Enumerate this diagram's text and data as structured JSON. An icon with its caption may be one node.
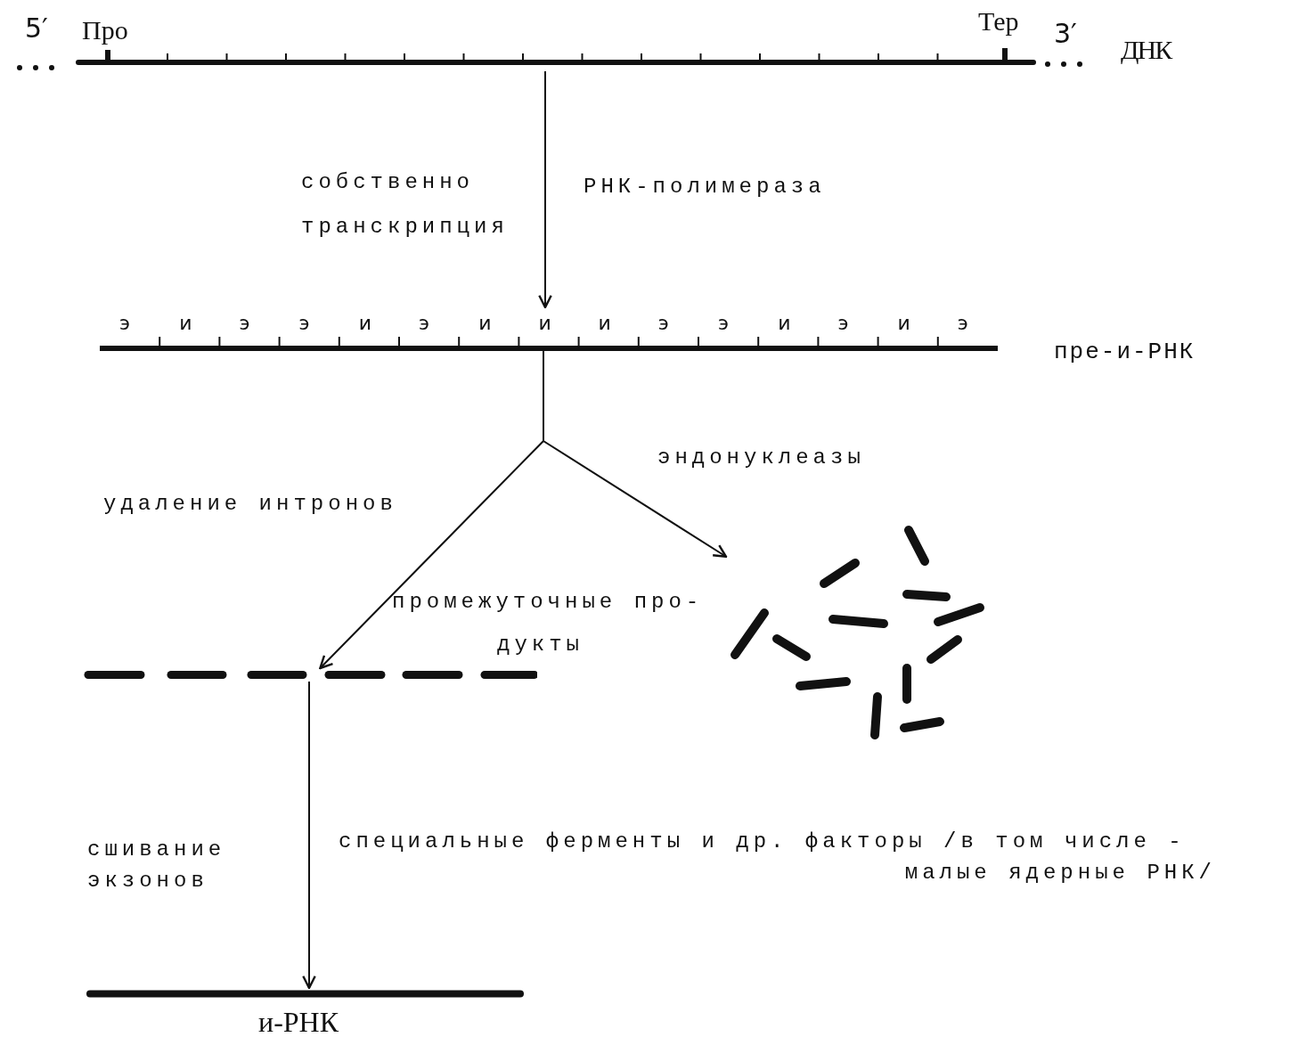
{
  "diagram": {
    "nodes": [
      {
        "text": [],
        "shape": "bar",
        "beside": [
          "5′",
          "Про",
          "Тер",
          "3′",
          "ДНК"
        ]
      },
      {
        "text": [],
        "shape": "bar",
        "beside": [
          "э",
          "и",
          "э",
          "э",
          "и",
          "э",
          "и",
          "и",
          "и",
          "э",
          "э",
          "и",
          "э",
          "и",
          "э",
          "пре-и-РНК"
        ]
      },
      {
        "text": [],
        "shape": "bar",
        "beside": [
          "промежуточные про- дукты"
        ]
      },
      {
        "text": [],
        "shape": "picture"
      },
      {
        "text": [],
        "shape": "bar",
        "beside": [
          "и-РНК"
        ]
      }
    ],
    "edges": [
      {
        "from": 0,
        "to": 1,
        "arrow": "to"
      },
      {
        "from": 1,
        "to": 2,
        "arrow": "to"
      },
      {
        "from": 1,
        "to": 3,
        "arrow": "to"
      },
      {
        "from": 2,
        "to": 4,
        "arrow": "to"
      }
    ],
    "labels": [
      "собственно транскрипция",
      "РНК-полимераза",
      "эндонуклеазы",
      "удаление интронов",
      "сшивание экзонов",
      "специальные ферменты и др. факторы /в том числе - малые ядерные РНК/"
    ]
  }
}
